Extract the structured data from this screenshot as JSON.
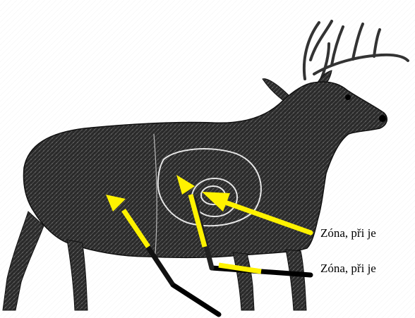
{
  "diagram": {
    "subject": "deer-target",
    "labels": [
      {
        "text": "Zóna, při je"
      },
      {
        "text": "Zóna, při je"
      }
    ],
    "colors": {
      "arrow_fill": "#fff200",
      "arrow_shaft_dark": "#000000",
      "body": "#2b2b2b",
      "zone_rings": "#e6e6e6"
    }
  }
}
